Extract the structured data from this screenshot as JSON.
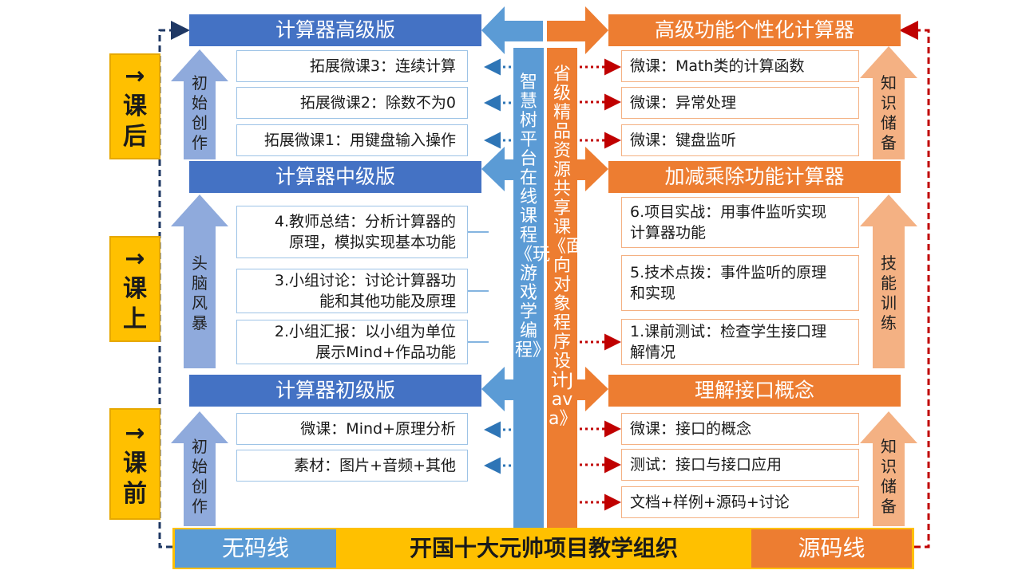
{
  "stages": [
    {
      "arrow": "→",
      "line1": "课",
      "line2": "后"
    },
    {
      "arrow": "→",
      "line1": "课",
      "line2": "上"
    },
    {
      "arrow": "→",
      "line1": "课",
      "line2": "前"
    }
  ],
  "left": {
    "headers": [
      "计算器高级版",
      "计算器中级版",
      "计算器初级版"
    ],
    "side_labels": [
      "初始创作",
      "头脑风暴",
      "初始创作"
    ],
    "items_top": [
      "拓展微课3：连续计算",
      "拓展微课2：除数不为0",
      "拓展微课1：用键盘输入操作"
    ],
    "items_mid": [
      {
        "l1": "4.教师总结：分析计算器的",
        "l2": "原理，模拟实现基本功能"
      },
      {
        "l1": "3.小组讨论：讨论计算器功",
        "l2": "能和其他功能及原理"
      },
      {
        "l1": "2.小组汇报：以小组为单位",
        "l2": "展示Mind+作品功能"
      }
    ],
    "items_bot": [
      "微课：Mind+原理分析",
      "素材：图片+音频+其他"
    ]
  },
  "center": {
    "blue_text": "智慧树平台在线课程《玩游戏学编程》",
    "orange_text": "省级精品资源共享课《面向对象程序设计Java》"
  },
  "right": {
    "headers": [
      "高级功能个性化计算器",
      "加减乘除功能计算器",
      "理解接口概念"
    ],
    "side_labels": [
      "知识储备",
      "技能训练",
      "知识储备"
    ],
    "items_top": [
      "微课：Math类的计算函数",
      "微课：异常处理",
      "微课：键盘监听"
    ],
    "items_mid": [
      {
        "l1": "6.项目实战：用事件监听实现",
        "l2": "计算器功能"
      },
      {
        "l1": "5.技术点拨：事件监听的原理",
        "l2": "和实现"
      },
      {
        "l1": "1.课前测试：检查学生接口理",
        "l2": "解情况"
      }
    ],
    "items_bot": [
      "微课：接口的概念",
      "测试：接口与接口应用",
      "文档+样例+源码+讨论"
    ]
  },
  "bottom": {
    "left": "无码线",
    "middle": "开国十大元帅项目教学组织",
    "right": "源码线"
  },
  "colors": {
    "blue": "#4472c4",
    "light_blue": "#5b9bd5",
    "orange": "#ed7d31",
    "yellow": "#ffc000",
    "navy_dash": "#1f3864",
    "red_dash": "#c00000"
  }
}
